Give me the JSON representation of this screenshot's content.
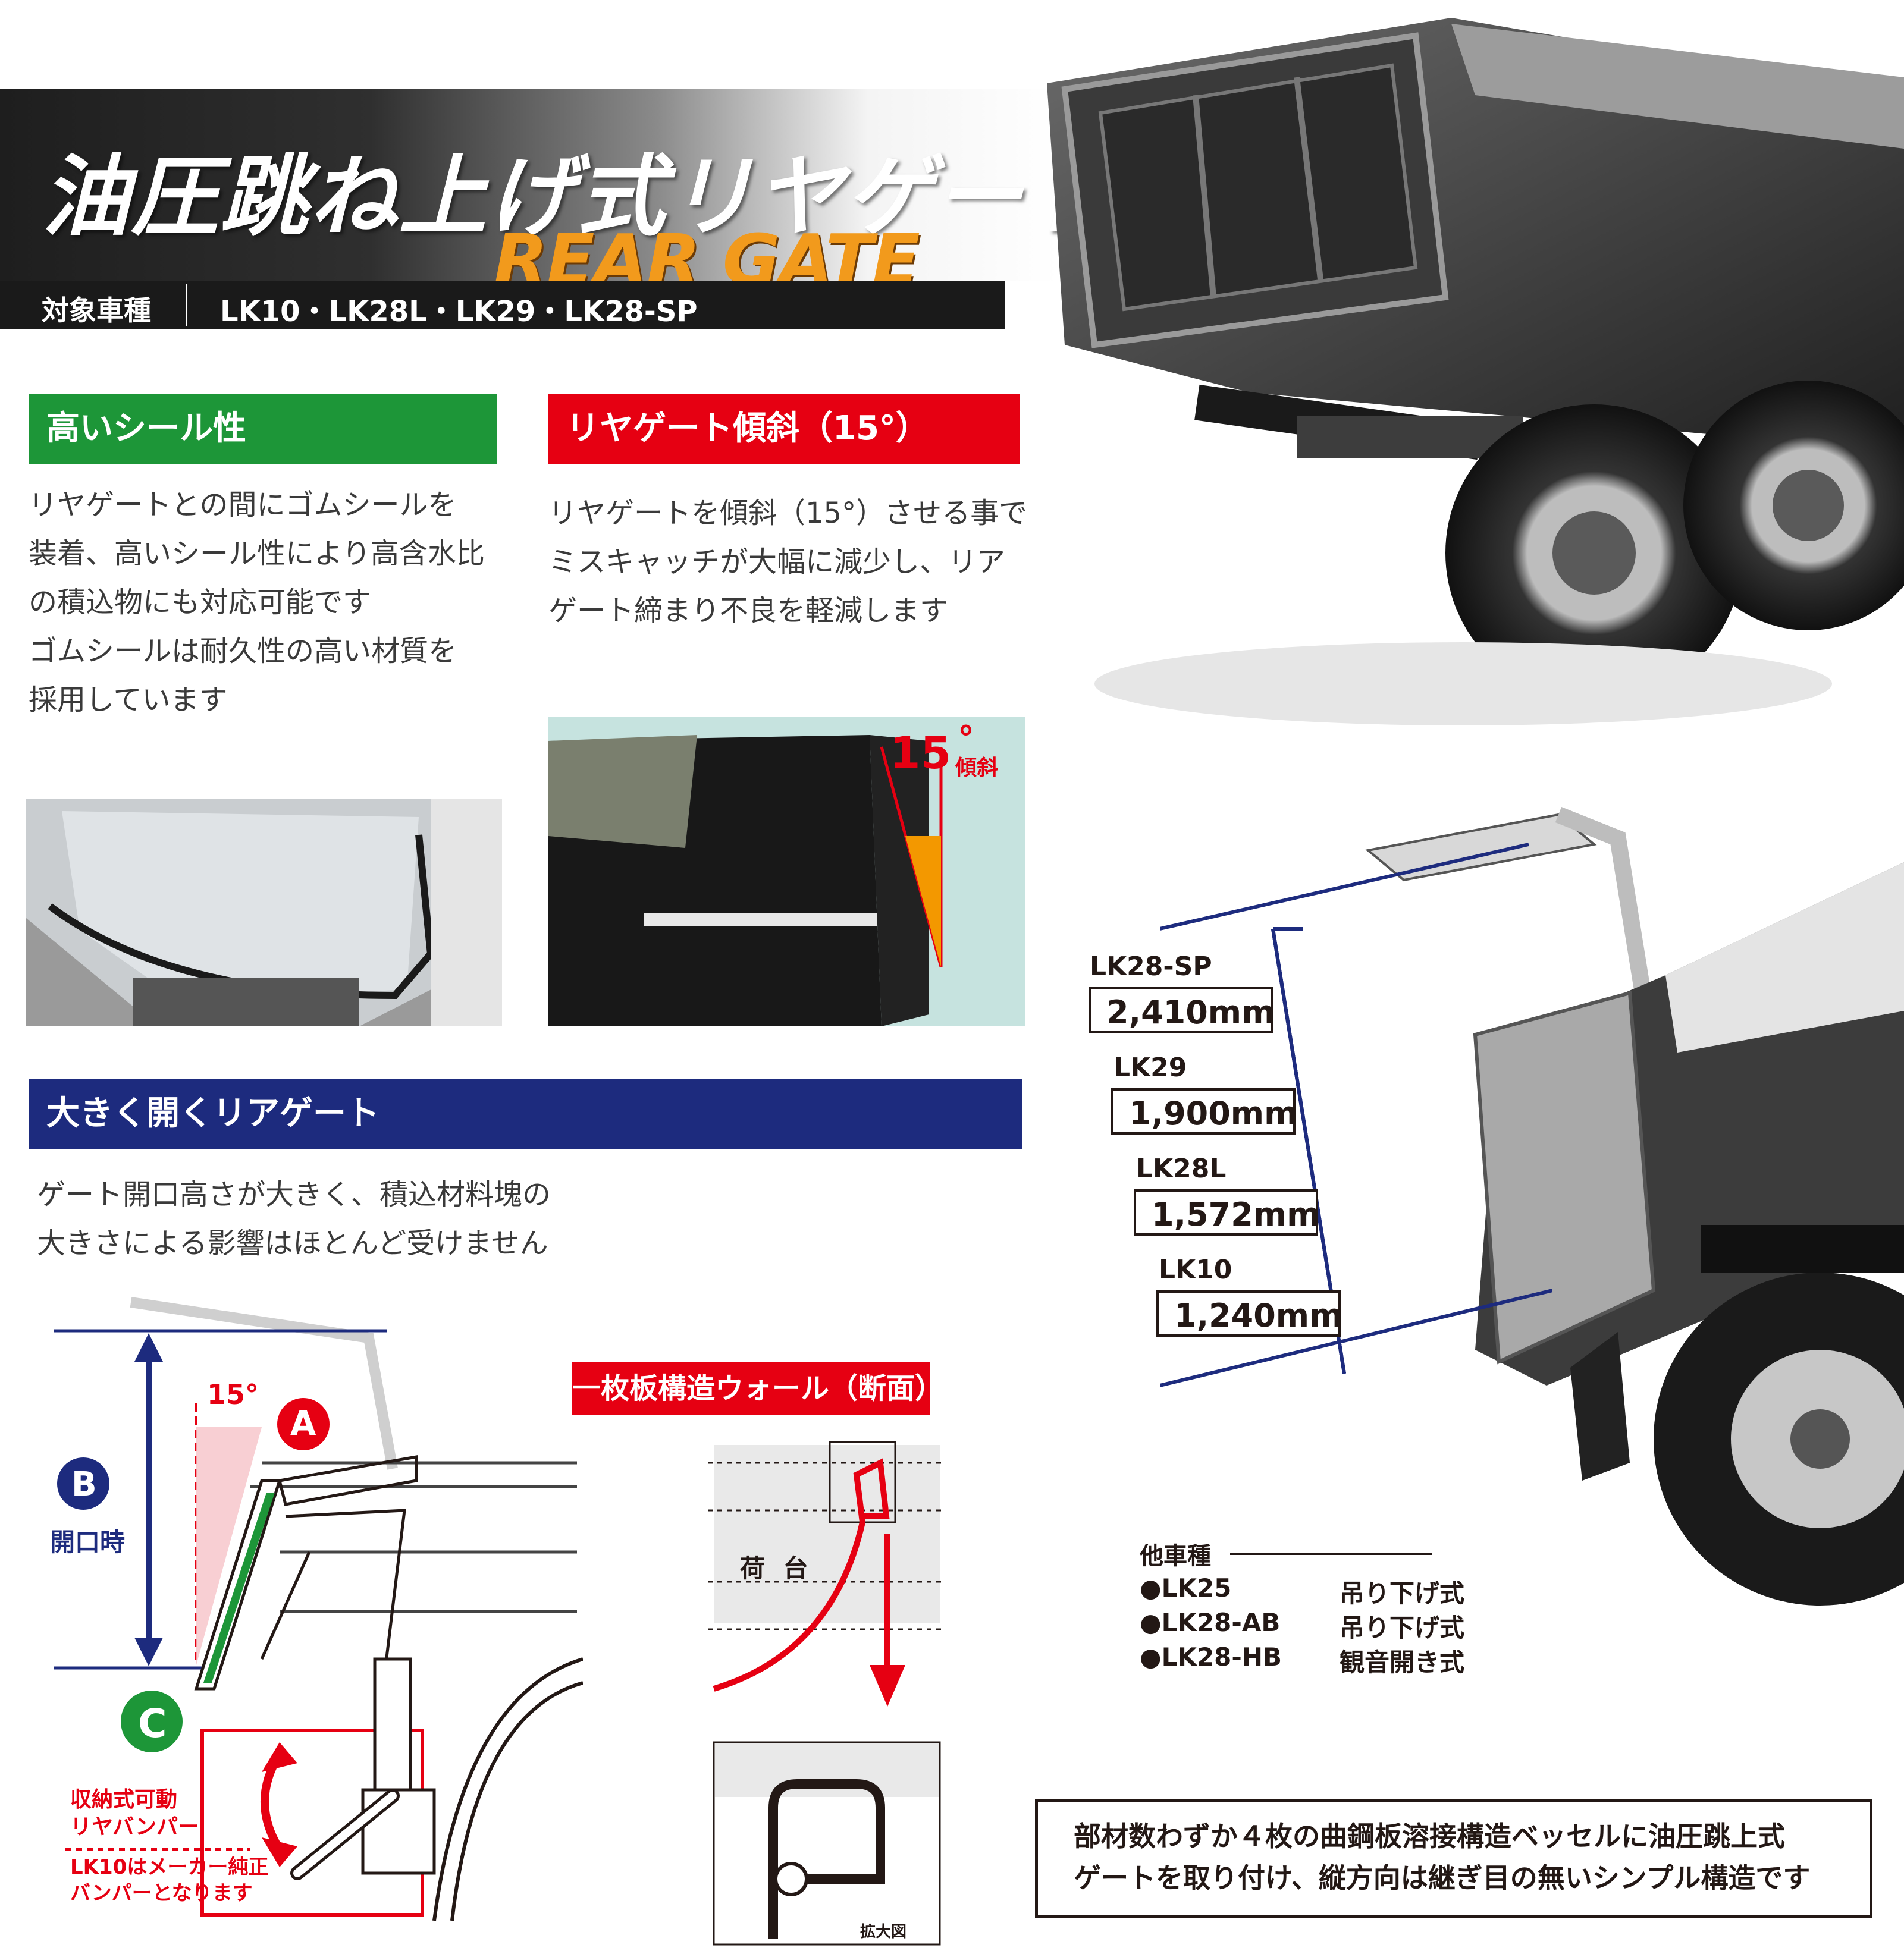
{
  "header": {
    "title": "油圧跳ね上げ式リヤゲート",
    "subtitle": "REAR GATE",
    "model_label": "対象車種",
    "models": "LK10・LK28L・LK29・LK28-SP"
  },
  "sections": {
    "seal": {
      "heading": "高いシール性",
      "lines": [
        "リヤゲートとの間にゴムシールを",
        "装着、高いシール性により高含水比",
        "の積込物にも対応可能です",
        "ゴムシールは耐久性の高い材質を",
        "採用しています"
      ],
      "color": "#1d9638"
    },
    "tilt": {
      "heading": "リヤゲート傾斜（15°）",
      "lines": [
        "リヤゲートを傾斜（15°）させる事で",
        "ミスキャッチが大幅に減少し、リア",
        "ゲート締まり不良を軽減します"
      ],
      "color": "#e60012",
      "photo_angle_number": "15",
      "photo_angle_unit": "°",
      "photo_angle_word": "傾斜"
    },
    "open": {
      "heading": "大きく開くリアゲート",
      "lines": [
        "ゲート開口高さが大きく、積込材料塊の",
        "大きさによる影響はほとんど受けません"
      ],
      "color": "#1d2b7e"
    }
  },
  "diagram": {
    "angle": "15°",
    "marker_a": "A",
    "marker_b": "B",
    "marker_b_label": "開口時",
    "marker_c": "C",
    "bumper_line1": "収納式可動",
    "bumper_line2": "リヤバンパー",
    "lk10_line1": "LK10はメーカー純正",
    "lk10_line2": "バンパーとなります",
    "wall_heading": "一枚板構造ウォール（断面）",
    "bed_label": "荷 台",
    "zoom_label": "拡大図"
  },
  "heights": [
    {
      "model": "LK28-SP",
      "value": "2,410mm"
    },
    {
      "model": "LK29",
      "value": "1,900mm"
    },
    {
      "model": "LK28L",
      "value": "1,572mm"
    },
    {
      "model": "LK10",
      "value": "1,240mm"
    }
  ],
  "other_models": {
    "title": "他車種",
    "items": [
      {
        "model": "●LK25",
        "type": "吊り下げ式"
      },
      {
        "model": "●LK28-AB",
        "type": "吊り下げ式"
      },
      {
        "model": "●LK28-HB",
        "type": "観音開き式"
      }
    ]
  },
  "summary": {
    "line1": "部材数わずか４枚の曲鋼板溶接構造ベッセルに油圧跳上式",
    "line2": "ゲートを取り付け、縦方向は継ぎ目の無いシンプル構造です"
  }
}
